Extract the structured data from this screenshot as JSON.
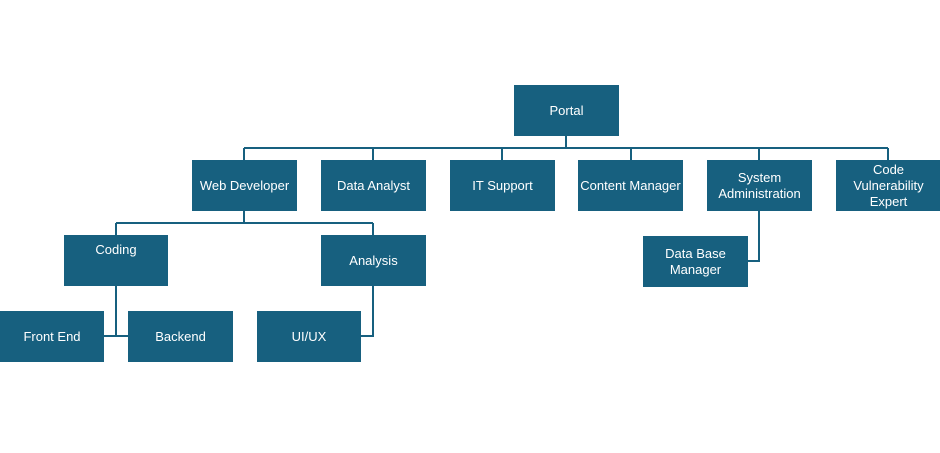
{
  "diagram": {
    "root": {
      "label": "Portal"
    },
    "level1": [
      {
        "label": "Web Developer"
      },
      {
        "label": "Data Analyst"
      },
      {
        "label": "IT Support"
      },
      {
        "label": "Content Manager"
      },
      {
        "label": "System\nAdministration"
      },
      {
        "label": "Code\nVulnerability\nExpert"
      }
    ],
    "web_developer_children": [
      {
        "label": "Coding"
      },
      {
        "label": "Analysis"
      }
    ],
    "coding_children": [
      {
        "label": "Front End"
      },
      {
        "label": "Backend"
      }
    ],
    "analysis_children": [
      {
        "label": "UI/UX"
      }
    ],
    "system_admin_children": [
      {
        "label": "Data Base\nManager"
      }
    ],
    "colors": {
      "node_fill": "#17607f",
      "connector": "#17607f",
      "text": "#ffffff"
    }
  }
}
